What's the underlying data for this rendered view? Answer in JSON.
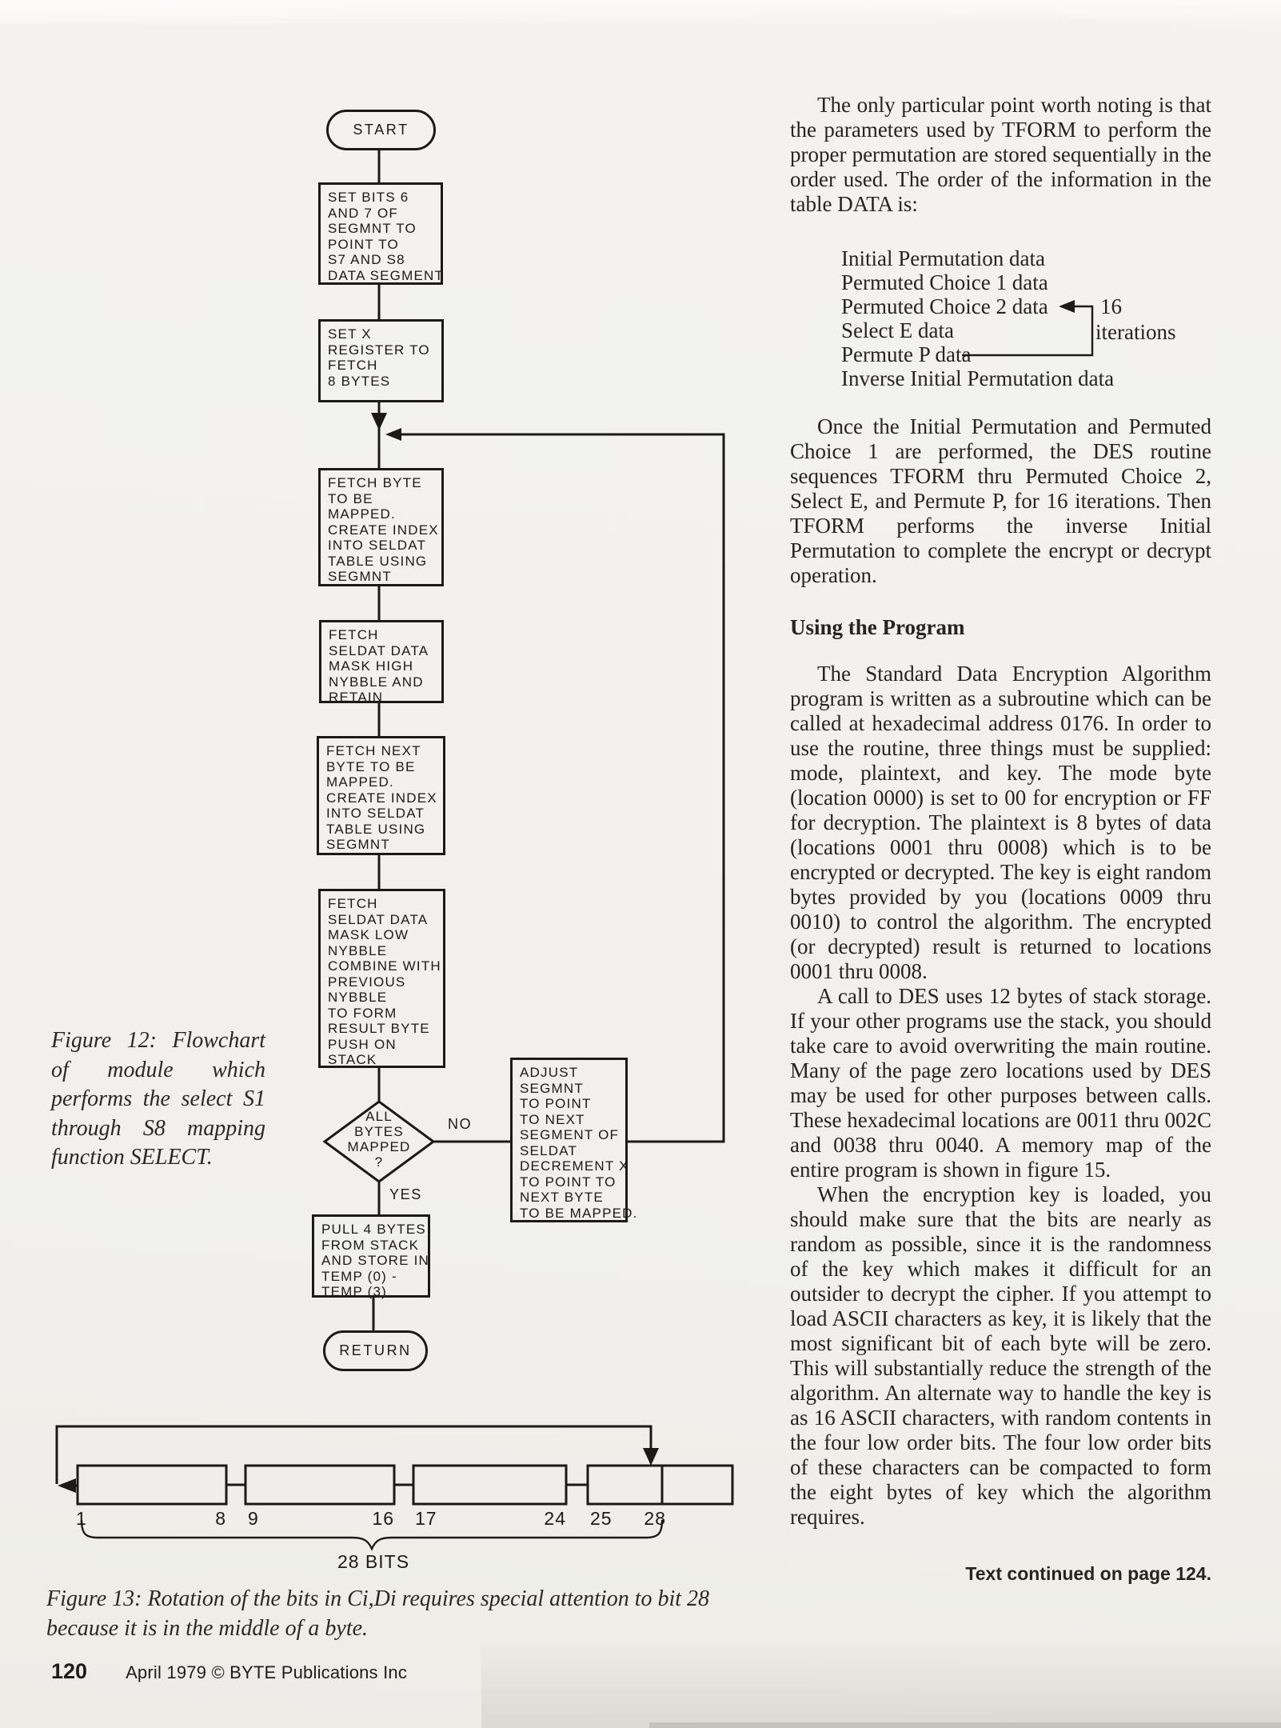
{
  "page": {
    "paper_color": "#f2f1ed",
    "ink_color": "#262420",
    "line_color": "#1b1a18",
    "page_number": "120",
    "credit": "April 1979 © BYTE Publications Inc",
    "continued_note": "Text continued on page 124."
  },
  "figure12": {
    "caption": "Figure 12: Flowchart of module which performs the select S1 through S8 mapping function SELECT.",
    "start_label": "START",
    "return_label": "RETURN",
    "boxes": {
      "set_bits": "SET BITS 6\nAND 7 OF\nSEGMNT TO\nPOINT TO\nS7 AND S8\nDATA SEGMENT",
      "set_x": "SET X\nREGISTER TO\nFETCH\n8 BYTES",
      "fetch_byte": "FETCH BYTE\nTO BE\nMAPPED.\nCREATE INDEX\nINTO SELDAT\nTABLE USING\nSEGMNT",
      "fetch_seldat_high": "FETCH\nSELDAT DATA\nMASK HIGH\nNYBBLE AND\nRETAIN",
      "fetch_next_byte": "FETCH NEXT\nBYTE TO BE\nMAPPED.\nCREATE INDEX\nINTO SELDAT\nTABLE USING\nSEGMNT",
      "fetch_seldat_low": "FETCH\nSELDAT DATA\nMASK LOW\nNYBBLE\nCOMBINE WITH\nPREVIOUS\nNYBBLE\nTO FORM\nRESULT BYTE\nPUSH ON\nSTACK",
      "adjust": "ADJUST\nSEGMNT\nTO POINT\nTO NEXT\nSEGMENT OF\nSELDAT\nDECREMENT X\nTO POINT TO\nNEXT BYTE\nTO BE MAPPED.",
      "pull": "PULL 4 BYTES\nFROM STACK\nAND STORE IN\nTEMP (0) -\nTEMP (3)"
    },
    "decision": {
      "label": "ALL\nBYTES\nMAPPED\n?",
      "no_label": "NO",
      "yes_label": "YES"
    }
  },
  "article": {
    "p1": "The only particular point worth noting is that the parameters used by TFORM to perform the proper permutation are stored sequentially in the order used. The order of the information in the table DATA is:",
    "data_list": [
      "Initial Permutation data",
      "Permuted Choice 1 data",
      "Permuted Choice 2 data",
      "Select E data",
      "Permute P data",
      "Inverse Initial Permutation data"
    ],
    "annotation": {
      "count": "16",
      "label": "iterations"
    },
    "p2": "Once the Initial Permutation and Permuted Choice 1 are performed, the DES routine sequences TFORM thru Permuted Choice 2, Select E, and Permute P, for 16 iterations. Then TFORM performs the inverse Initial Permutation to complete the encrypt or decrypt operation.",
    "heading": "Using the Program",
    "p3": "The Standard Data Encryption Algorithm program is written as a subroutine which can be called at hexadecimal address 0176. In order to use the routine, three things must be supplied: mode, plaintext, and key. The mode byte (location 0000) is set to 00 for encryption or FF for decryption. The plaintext is 8 bytes of data (locations 0001 thru 0008) which is to be encrypted or decrypted. The key is eight random bytes provided by you (locations 0009 thru 0010) to control the algorithm. The encrypted (or decrypted) result is returned to locations 0001 thru 0008.",
    "p4": "A call to DES uses 12 bytes of stack storage. If your other programs use the stack, you should take care to avoid overwriting the main routine. Many of the page zero locations used by DES may be used for other purposes between calls. These hexadecimal locations are 0011 thru 002C and 0038 thru 0040. A memory map of the entire program is shown in figure 15.",
    "p5": "When the encryption key is loaded, you should make sure that the bits are nearly as random as possible, since it is the randomness of the key which makes it difficult for an outsider to decrypt the cipher. If you attempt to load ASCII characters as key, it is likely that the most significant bit of each byte will be zero. This will substantially reduce the strength of the algorithm. An alternate way to handle the key is as 16 ASCII characters, with random contents in the four low order bits. The four low order bits of these characters can be compacted to form the eight bytes of key which the algorithm requires."
  },
  "figure13": {
    "caption": "Figure 13: Rotation of the bits in Ci,Di requires special attention to bit 28 because it is in the middle of a byte.",
    "bit_labels": [
      "1",
      "8",
      "9",
      "16",
      "17",
      "24",
      "25",
      "28"
    ],
    "width_label": "28 BITS"
  }
}
